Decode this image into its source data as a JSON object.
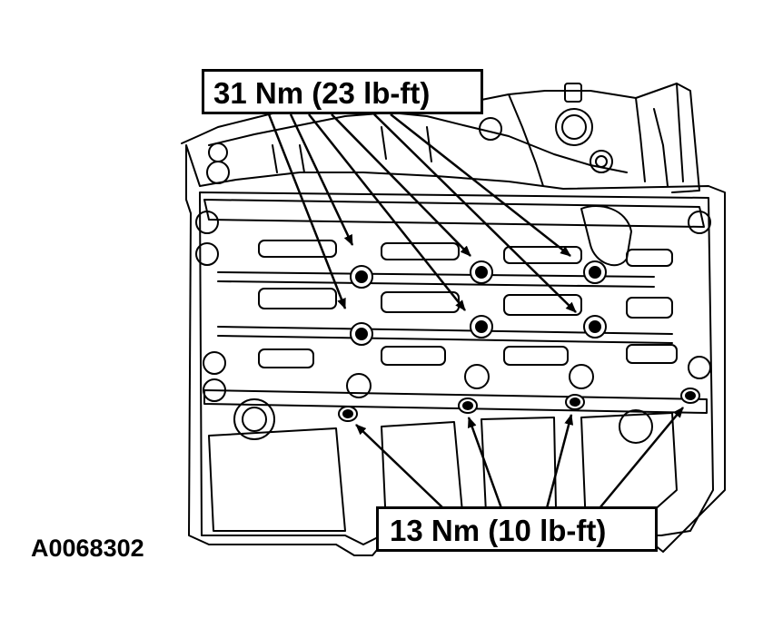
{
  "labels": {
    "upper_torque": "31 Nm (23 lb-ft)",
    "lower_torque": "13 Nm (10 lb-ft)",
    "figure_id": "A0068302"
  },
  "colors": {
    "line": "#000000",
    "background": "#ffffff"
  }
}
